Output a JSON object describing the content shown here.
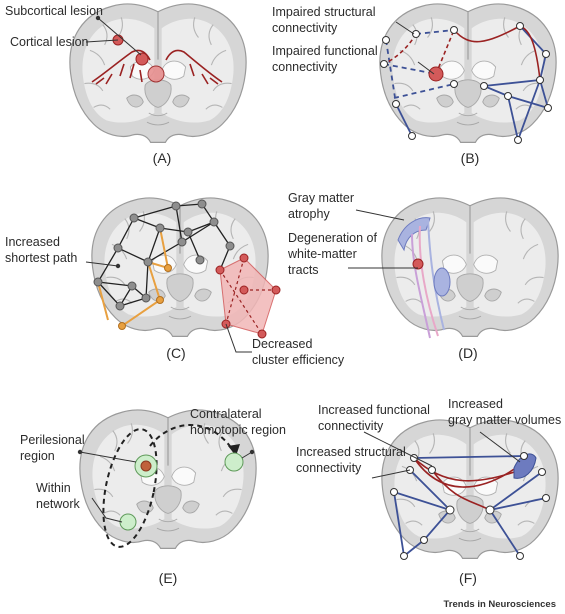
{
  "panels": {
    "a": {
      "tag": "(A)",
      "labels": [
        "Subcortical  lesion",
        "Cortical lesion"
      ]
    },
    "b": {
      "tag": "(B)",
      "labels": [
        "Impaired structural",
        "connectivity",
        "Impaired functional",
        "connectivity"
      ]
    },
    "c": {
      "tag": "(C)",
      "labels": [
        "Increased",
        "shortest path",
        "Decreased",
        "cluster efficiency"
      ]
    },
    "d": {
      "tag": "(D)",
      "labels": [
        "Gray matter",
        "atrophy",
        "Degeneration of",
        "white-matter",
        "tracts"
      ]
    },
    "e": {
      "tag": "(E)",
      "labels": [
        "Contralateral",
        "homotopic region",
        "Perilesional",
        "region",
        "Within",
        "network"
      ]
    },
    "f": {
      "tag": "(F)",
      "labels": [
        "Increased functional",
        "connectivity",
        "Increased",
        "gray matter volumes",
        "Increased structural",
        "connectivity"
      ]
    }
  },
  "footer": {
    "brand": "Trends in Neurosciences"
  },
  "colors": {
    "brain_fill": "#d6d6d6",
    "brain_inner": "#ececec",
    "brain_outline": "#9a9a9a",
    "lesion": "#d35a5a",
    "structural": "#3d5196",
    "functional": "#9a2222",
    "orange_path": "#e8a040",
    "node_gray": "#8e8e8e",
    "cluster_fill": "#f2b7b7",
    "green_region": "#cdeecb",
    "atrophy_blue": "#a9b3e0"
  }
}
